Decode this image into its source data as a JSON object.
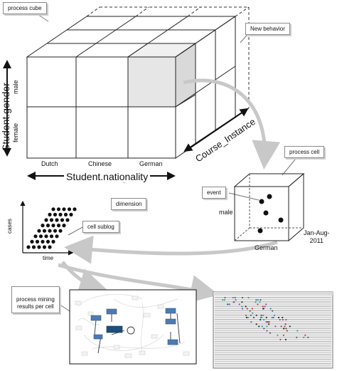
{
  "callouts": {
    "process_cube": "process cube",
    "new_behavior": "New behavior",
    "process_cell": "process cell",
    "event": "event",
    "dimension": "dimension",
    "cell_sublog": "cell sublog",
    "process_mining_results": "process mining\nresults per cell"
  },
  "axes": {
    "gender_title": "Student.gender",
    "gender_male": "male",
    "gender_female": "female",
    "nationality_title": "Student.nationality",
    "nationality_dutch": "Dutch",
    "nationality_chinese": "Chinese",
    "nationality_german": "German",
    "course_instance": "Course_Instance"
  },
  "cell": {
    "gender": "male",
    "nationality": "German",
    "date": "Jan-Aug-\n2011"
  },
  "sublog_plot": {
    "ylabel": "cases",
    "xlabel": "time"
  },
  "colors": {
    "highlight_cell": "#e6e6e6",
    "arrow": "#c8c8c8",
    "node_blue": "#4d7ab3",
    "node_dark": "#1e4f7a"
  }
}
